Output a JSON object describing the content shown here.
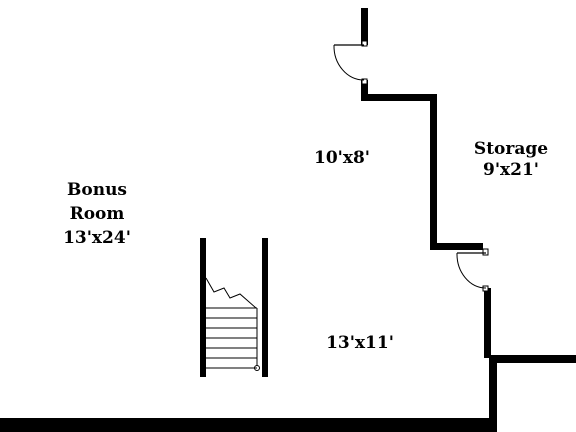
{
  "rooms": {
    "bonus": {
      "name_line1": "Bonus",
      "name_line2": "Room",
      "dimensions": "13'x24'"
    },
    "upper_hall": {
      "dimensions": "10'x8'"
    },
    "storage": {
      "name": "Storage",
      "dimensions": "9'x21'"
    },
    "lower_area": {
      "dimensions": "13'x11'"
    }
  },
  "colors": {
    "wall": "#000000",
    "background": "#ffffff"
  }
}
